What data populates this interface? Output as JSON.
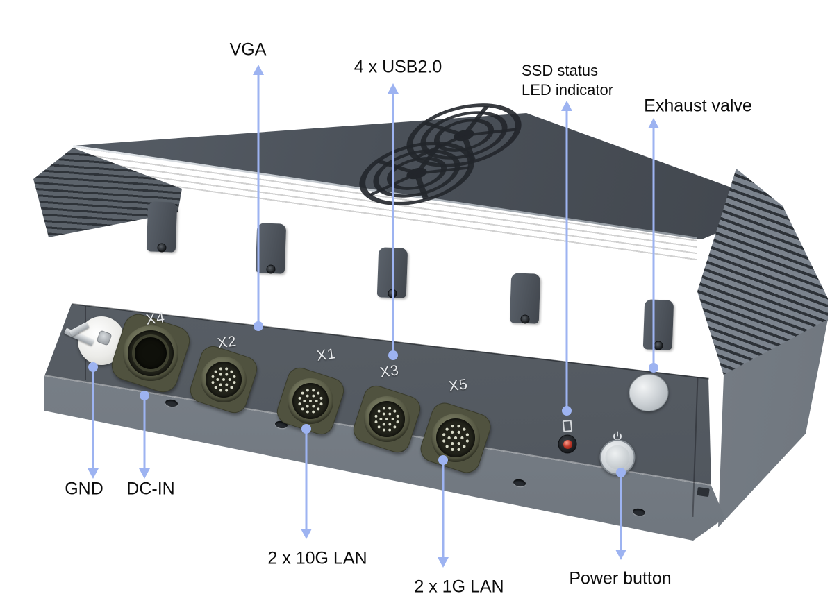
{
  "colors": {
    "arrow": "#9db3f1",
    "label_text": "#0b0b0b",
    "port_label_text": "#e8eaec",
    "body_dark": "#474d55",
    "front_panel": "#565c63",
    "flange": "#7d848c",
    "connector_olive": "#5a5c47",
    "led_red": "#c0392b"
  },
  "callouts_top": [
    {
      "label": "VGA"
    },
    {
      "label": "4 x USB2.0"
    },
    {
      "lines": [
        "SSD status",
        "LED indicator"
      ]
    },
    {
      "label": "Exhaust valve"
    }
  ],
  "callouts_bottom": [
    {
      "label": "GND"
    },
    {
      "label": "DC-IN"
    },
    {
      "label": "2 x 10G LAN"
    },
    {
      "label": "2 x 1G LAN"
    },
    {
      "label": "Power button"
    }
  ],
  "connector_labels": [
    {
      "label": "X4"
    },
    {
      "label": "X2"
    },
    {
      "label": "X1"
    },
    {
      "label": "X3"
    },
    {
      "label": "X5"
    }
  ]
}
